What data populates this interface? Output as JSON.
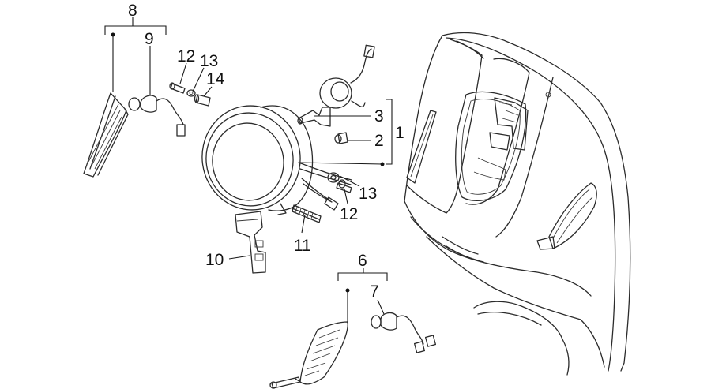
{
  "callouts": {
    "c1": "1",
    "c2": "2",
    "c3": "3",
    "c6": "6",
    "c7": "7",
    "c8": "8",
    "c9": "9",
    "c10": "10",
    "c11": "11",
    "c12a": "12",
    "c12b": "12",
    "c13a": "13",
    "c13b": "13",
    "c14": "14"
  },
  "colors": {
    "line": "#2b2b2b",
    "background": "#ffffff"
  }
}
